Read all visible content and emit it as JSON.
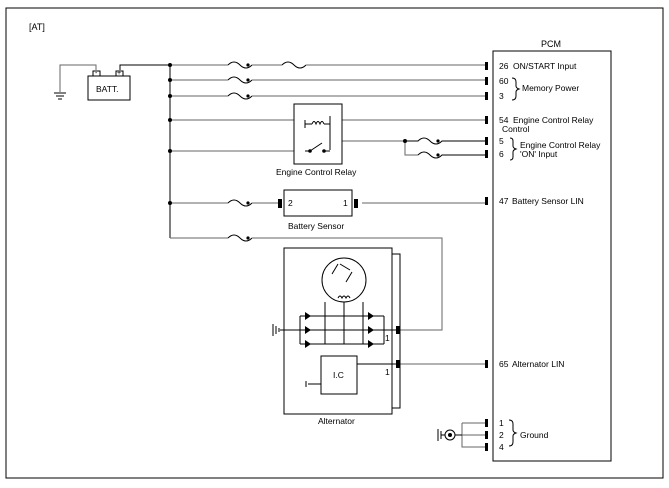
{
  "variant_label": "[AT]",
  "pcm": {
    "title": "PCM",
    "pins": {
      "p26": "26",
      "p26_label": "ON/START Input",
      "p60": "60",
      "p3": "3",
      "memory_power": "Memory Power",
      "p54": "54",
      "p54_label1": "Engine Control Relay",
      "p54_label2": "Control",
      "p5": "5",
      "p6": "6",
      "relay_on_label1": "Engine Control Relay",
      "relay_on_label2": "'ON' Input",
      "p47": "47",
      "p47_label": "Battery Sensor LIN",
      "p65": "65",
      "p65_label": "Alternator LIN",
      "p1": "1",
      "p2": "2",
      "p4": "4",
      "ground": "Ground"
    }
  },
  "battery": {
    "label": "BATT.",
    "neg": "-",
    "pos": "+"
  },
  "relay": {
    "label": "Engine Control Relay"
  },
  "battery_sensor": {
    "label": "Battery Sensor",
    "pin_left": "2",
    "pin_right": "1"
  },
  "alternator": {
    "label": "Alternator",
    "ic_label": "I.C",
    "pin_a": "1",
    "pin_b": "1"
  }
}
